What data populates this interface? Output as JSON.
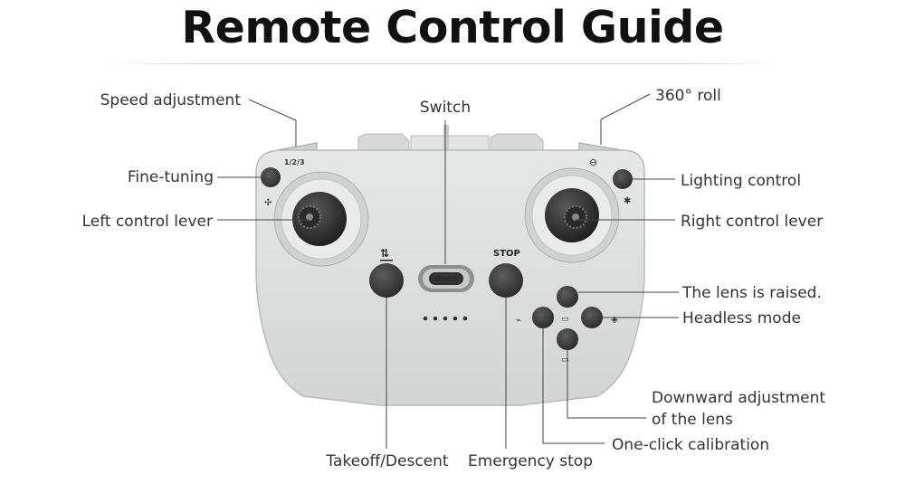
{
  "title": "Remote Control Guide",
  "labels": {
    "speed_adjustment": "Speed adjustment",
    "switch": "Switch",
    "roll_360": "360° roll",
    "fine_tuning": "Fine-tuning",
    "lighting_control": "Lighting control",
    "left_control_lever": "Left control lever",
    "right_control_lever": "Right control lever",
    "lens_raised": "The lens is raised.",
    "headless_mode": "Headless mode",
    "downward_adjustment_line1": "Downward adjustment",
    "downward_adjustment_line2": "of the lens",
    "one_click_calibration": "One-click calibration",
    "takeoff_descent": "Takeoff/Descent",
    "emergency_stop": "Emergency stop"
  },
  "panel_text": {
    "stop": "STOP",
    "speed_marker": "1/2/3"
  },
  "colors": {
    "body": "#dcdedd",
    "button": "#3a3a3a",
    "text": "#333333"
  },
  "icons": [
    "takeoff-landing-icon",
    "drone-fine-tune-icon",
    "light-bulb-icon",
    "rotate-360-icon",
    "calibration-icon",
    "camera-up-icon",
    "camera-down-icon",
    "headless-mode-icon"
  ]
}
